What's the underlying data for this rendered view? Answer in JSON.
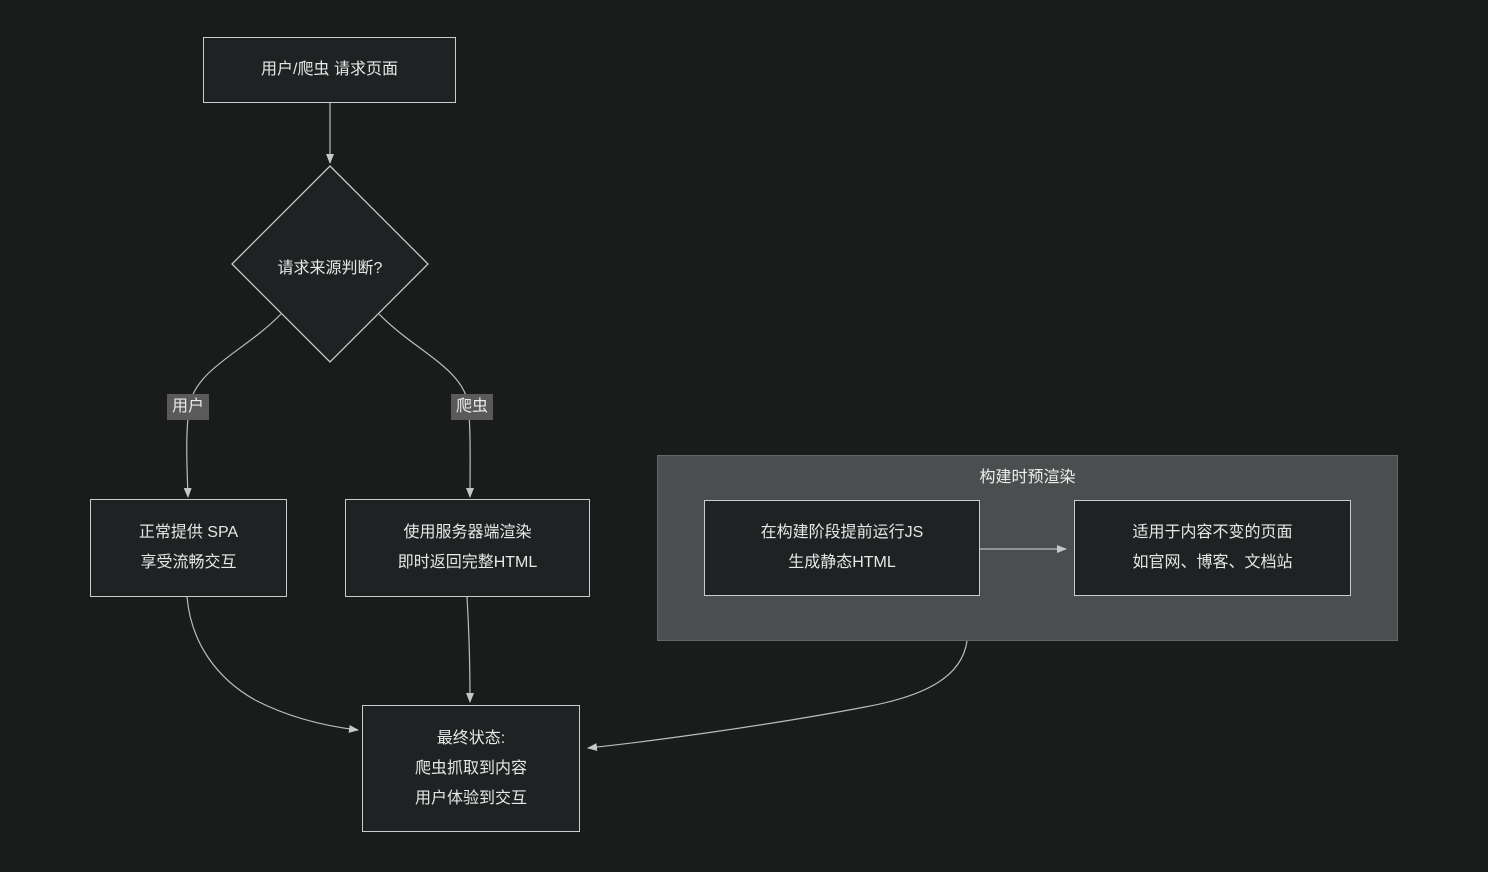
{
  "diagram": {
    "type": "flowchart",
    "theme": "dark",
    "colors": {
      "background": "#1a1c1c",
      "node_fill": "#1f2222",
      "node_border": "#c9cccc",
      "text": "#e6e8e8",
      "edge_line": "#b9bdbd",
      "edge_label_bg": "#5a5a5a",
      "subgraph_fill": "#4b4e4e"
    }
  },
  "nodes": {
    "request": {
      "label": "用户/爬虫 请求页面"
    },
    "decision": {
      "label": "请求来源判断?"
    },
    "spa": {
      "lines": [
        "正常提供 SPA",
        "享受流畅交互"
      ]
    },
    "ssr": {
      "lines": [
        "使用服务器端渲染",
        "即时返回完整HTML"
      ]
    },
    "prerender_build": {
      "lines": [
        "在构建阶段提前运行JS",
        "生成静态HTML"
      ]
    },
    "prerender_use": {
      "lines": [
        "适用于内容不变的页面",
        "如官网、博客、文档站"
      ]
    },
    "final": {
      "lines": [
        "最终状态:",
        "爬虫抓取到内容",
        "用户体验到交互"
      ]
    }
  },
  "subgraph": {
    "title": "构建时预渲染"
  },
  "edge_labels": {
    "user": "用户",
    "crawler": "爬虫"
  }
}
